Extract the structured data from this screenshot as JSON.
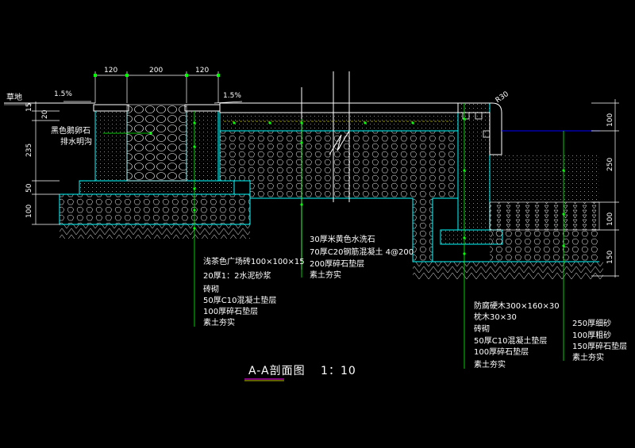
{
  "title": "A-A剖面图",
  "scale": "1：10",
  "colors": {
    "background": "#000000",
    "outline": "#00ffff",
    "green": "#00ff00",
    "white": "#ffffff",
    "magenta": "#ff00ff",
    "blue": "#0000ff"
  },
  "top_dims": [
    "120",
    "200",
    "120"
  ],
  "slope_labels": [
    "1.5%",
    "1.5%"
  ],
  "radius_label": "R30",
  "grass_label": "草地",
  "left_vdims": [
    "15",
    "20",
    "235",
    "50",
    "100"
  ],
  "right_vdims": [
    "100",
    "250",
    "100",
    "150"
  ],
  "ditch_labels": [
    "黑色鹅卵石",
    "排水明沟"
  ],
  "notes_left": [
    "浅茶色广场砖100×100×15",
    "20厚1：2水泥砂浆",
    "砖砌",
    "50厚C10混凝土垫层",
    "100厚碎石垫层",
    "素土夯实"
  ],
  "notes_center": [
    "30厚米黄色水洗石",
    "70厚C20钢筋混凝土  4@200",
    "200厚碎石垫层",
    "素土夯实"
  ],
  "notes_right1": [
    "防腐硬木300×160×30",
    "枕木30×30",
    "砖砌",
    "50厚C10混凝土垫层",
    "100厚碎石垫层",
    "素土夯实"
  ],
  "notes_right2": [
    "250厚细砂",
    "100厚粗砂",
    "150厚碎石垫层",
    "素土夯实"
  ]
}
